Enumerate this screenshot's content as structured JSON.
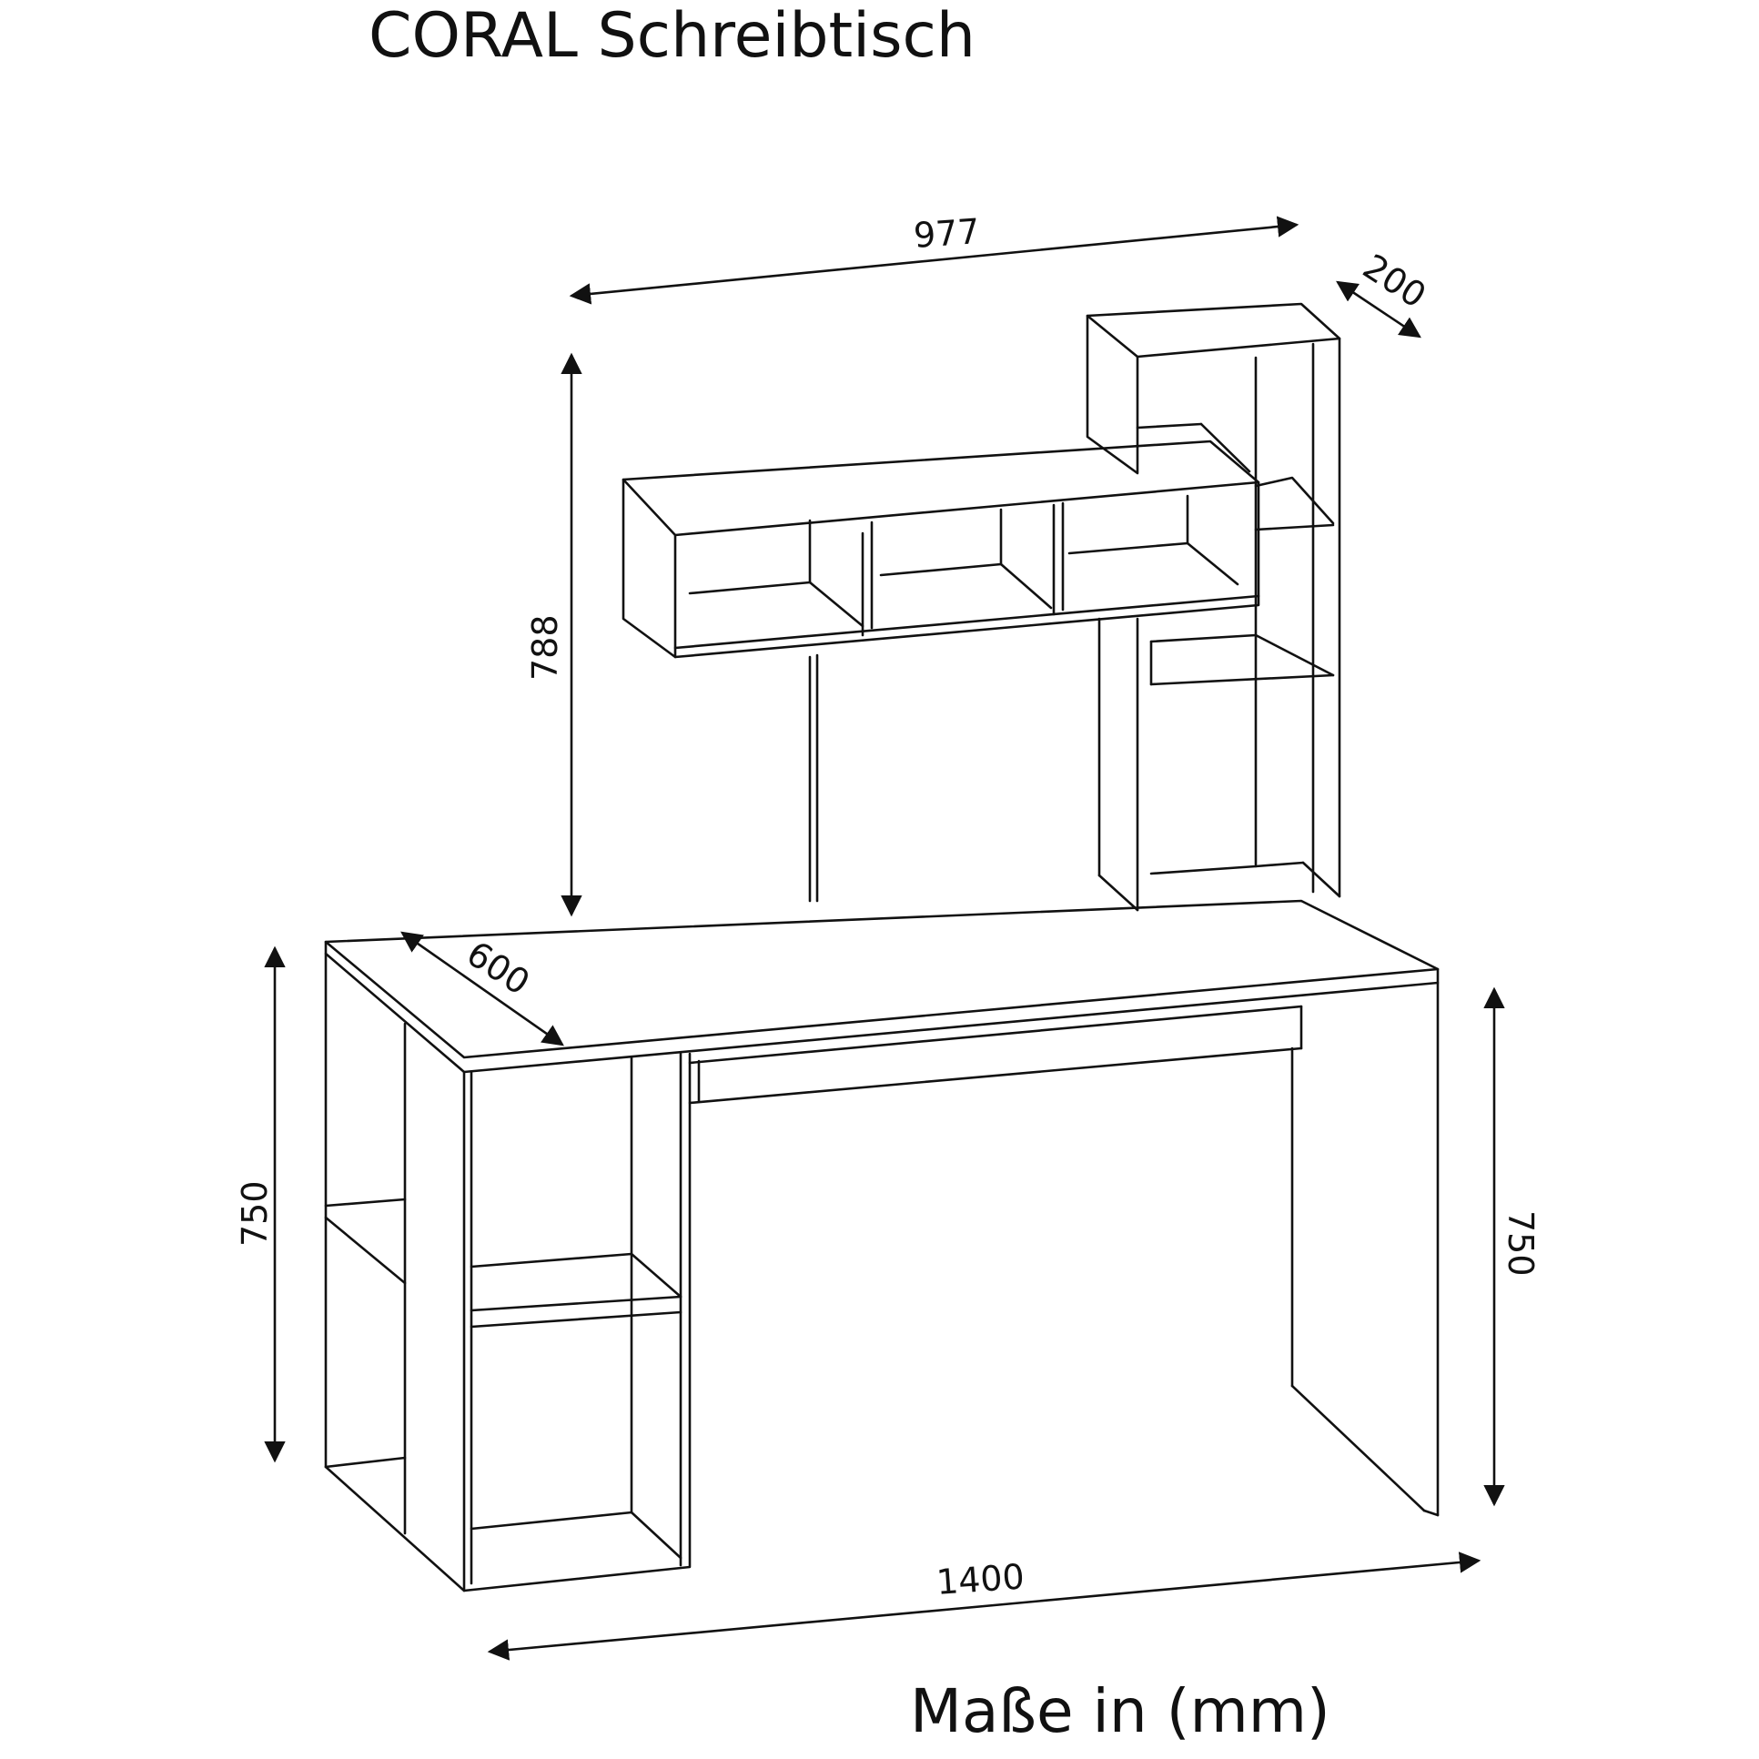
{
  "title": "CORAL Schreibtisch",
  "units_note": "Maße in (mm)",
  "dimensions": {
    "shelf_width": "977",
    "shelf_depth": "200",
    "hutch_height": "788",
    "desk_depth": "600",
    "desk_height_left": "750",
    "desk_height_right": "750",
    "desk_width": "1400"
  }
}
